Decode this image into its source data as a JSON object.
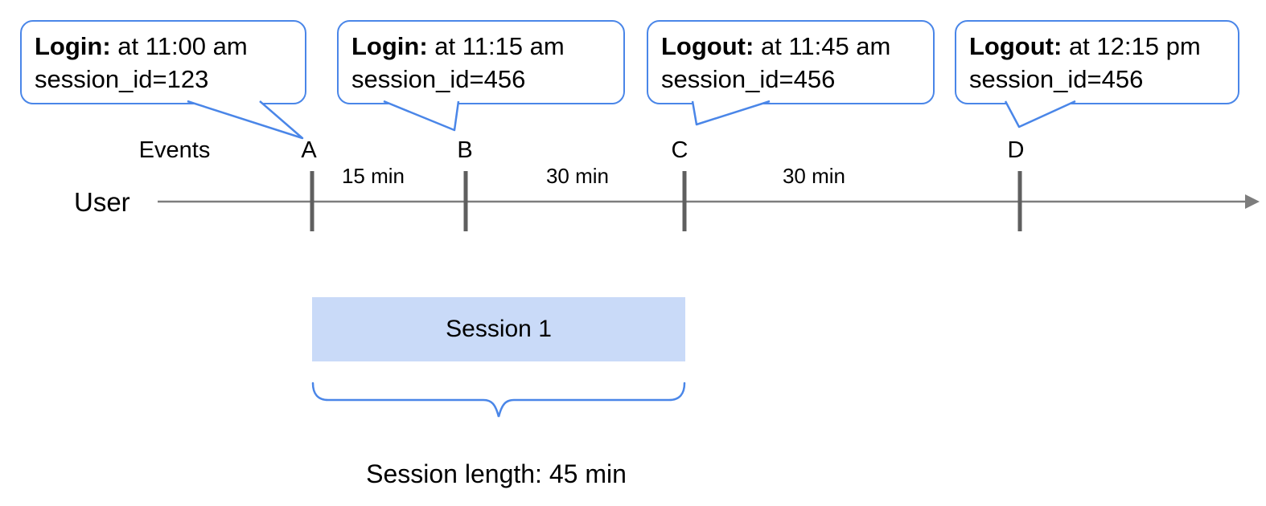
{
  "diagram": {
    "callouts": [
      {
        "event": "A",
        "title": "Login:",
        "time": " at 11:00 am",
        "detail": "session_id=123"
      },
      {
        "event": "B",
        "title": "Login:",
        "time": " at 11:15 am",
        "detail": "session_id=456"
      },
      {
        "event": "C",
        "title": "Logout:",
        "time": " at 11:45 am",
        "detail": "session_id=456"
      },
      {
        "event": "D",
        "title": "Logout:",
        "time": " at 12:15 pm",
        "detail": "session_id=456"
      }
    ],
    "timeline": {
      "axis_label": "Events",
      "actor_label": "User",
      "event_marks": [
        "A",
        "B",
        "C",
        "D"
      ],
      "intervals": [
        "15 min",
        "30 min",
        "30 min"
      ]
    },
    "session": {
      "label": "Session 1",
      "length_label": "Session length: 45 min"
    },
    "colors": {
      "accent": "#4a86e8",
      "session_fill": "#c9daf8",
      "axis": "#7d7d7d",
      "tick": "#5f5f5f",
      "text": "#000000"
    }
  }
}
